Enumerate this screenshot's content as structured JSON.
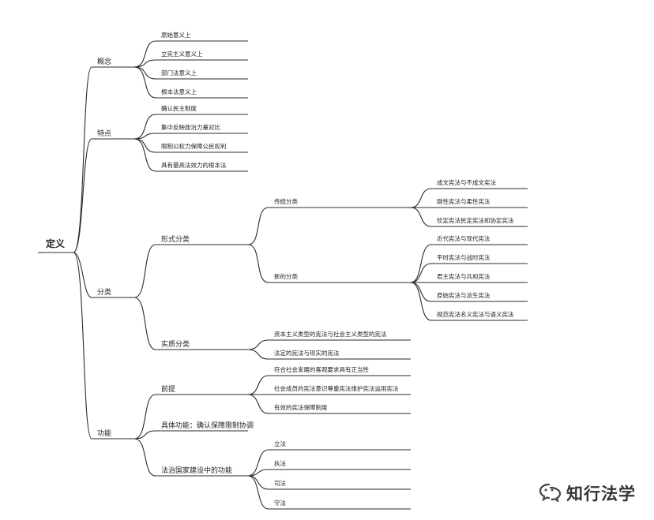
{
  "mindmap": {
    "root": "定义",
    "branches": [
      {
        "label": "概念",
        "children": [
          {
            "label": "原始意义上"
          },
          {
            "label": "立宪主义意义上"
          },
          {
            "label": "部门法意义上"
          },
          {
            "label": "根本法意义上"
          }
        ]
      },
      {
        "label": "特点",
        "children": [
          {
            "label": "确认民主制度"
          },
          {
            "label": "集中反映政治力量对比"
          },
          {
            "label": "限制公权力保障公民权利"
          },
          {
            "label": "具有最高法效力的根本法"
          }
        ]
      },
      {
        "label": "分类",
        "children": [
          {
            "label": "形式分类",
            "children": [
              {
                "label": "传统分类",
                "children": [
                  {
                    "label": "成文宪法与不成文宪法"
                  },
                  {
                    "label": "刚性宪法与柔性宪法"
                  },
                  {
                    "label": "钦定宪法民定宪法和协定宪法"
                  }
                ]
              },
              {
                "label": "新的分类",
                "children": [
                  {
                    "label": "近代宪法与现代宪法"
                  },
                  {
                    "label": "平时宪法与战时宪法"
                  },
                  {
                    "label": "君主宪法与共和宪法"
                  },
                  {
                    "label": "原始宪法与派生宪法"
                  },
                  {
                    "label": "规范宪法名义宪法与语义宪法"
                  }
                ]
              }
            ]
          },
          {
            "label": "实质分类",
            "children": [
              {
                "label": "资本主义类型的宪法与社会主义类型的宪法"
              },
              {
                "label": "法定的宪法与现实的宪法"
              }
            ]
          }
        ]
      },
      {
        "label": "功能",
        "children": [
          {
            "label": "前提",
            "children": [
              {
                "label": "符合社会发展的客观要求具有正当性"
              },
              {
                "label": "社会成员的宪法意识尊重宪法维护宪法运用宪法"
              },
              {
                "label": "有效的宪法保障制度"
              }
            ]
          },
          {
            "label": "具体功能：确认保障限制协调"
          },
          {
            "label": "法治国家建设中的功能",
            "children": [
              {
                "label": "立法"
              },
              {
                "label": "执法"
              },
              {
                "label": "司法"
              },
              {
                "label": "守法"
              }
            ]
          }
        ]
      }
    ]
  },
  "watermark": {
    "text": "知行法学",
    "icon": "wechat-official-account-icon"
  }
}
